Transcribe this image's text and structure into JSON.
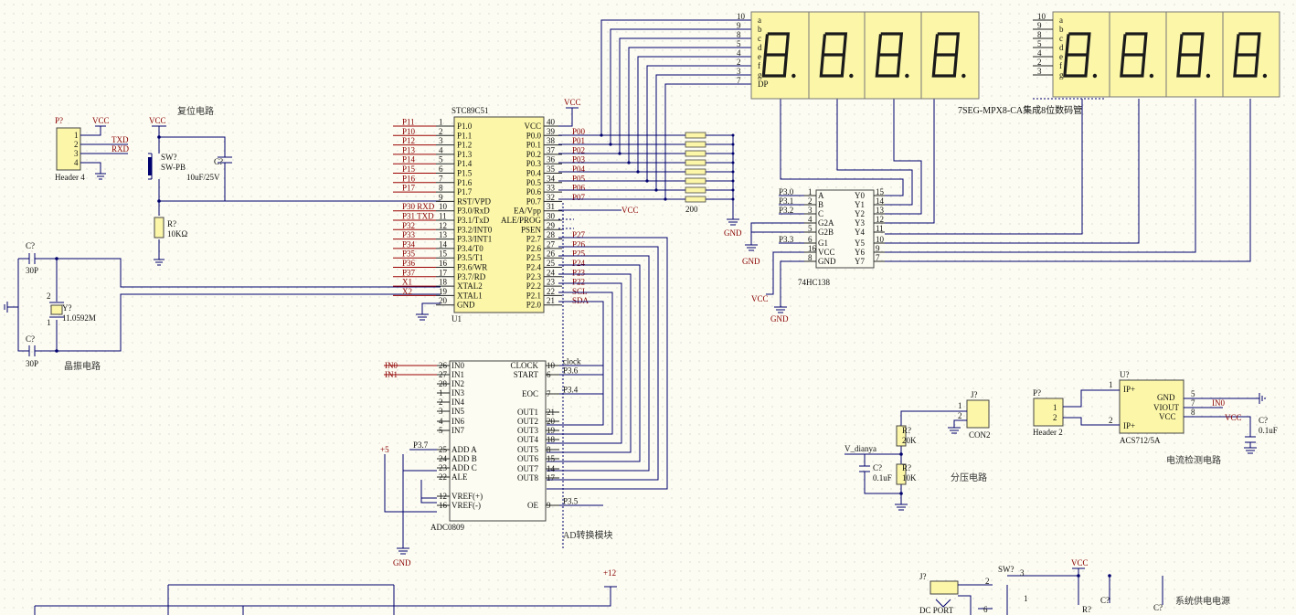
{
  "mcu": {
    "ref": "U1",
    "part": "STC89C51",
    "left_pins": [
      {
        "num": "1",
        "name": "P1.0",
        "net": "P11"
      },
      {
        "num": "2",
        "name": "P1.1",
        "net": "P10"
      },
      {
        "num": "3",
        "name": "P1.2",
        "net": "P12"
      },
      {
        "num": "4",
        "name": "P1.3",
        "net": "P13"
      },
      {
        "num": "5",
        "name": "P1.4",
        "net": "P14"
      },
      {
        "num": "6",
        "name": "P1.5",
        "net": "P15"
      },
      {
        "num": "7",
        "name": "P1.6",
        "net": "P16"
      },
      {
        "num": "8",
        "name": "P1.7",
        "net": "P17"
      },
      {
        "num": "9",
        "name": "RST/VPD",
        "net": ""
      },
      {
        "num": "10",
        "name": "P3.0/RxD",
        "net": "P30 RXD"
      },
      {
        "num": "11",
        "name": "P3.1/TxD",
        "net": "P31 TXD"
      },
      {
        "num": "12",
        "name": "P3.2/INT0",
        "net": "P32"
      },
      {
        "num": "13",
        "name": "P3.3/INT1",
        "net": "P33"
      },
      {
        "num": "14",
        "name": "P3.4/T0",
        "net": "P34"
      },
      {
        "num": "15",
        "name": "P3.5/T1",
        "net": "P35"
      },
      {
        "num": "16",
        "name": "P3.6/WR",
        "net": "P36"
      },
      {
        "num": "17",
        "name": "P3.7/RD",
        "net": "P37"
      },
      {
        "num": "18",
        "name": "XTAL2",
        "net": "X1"
      },
      {
        "num": "19",
        "name": "XTAL1",
        "net": "X2"
      },
      {
        "num": "20",
        "name": "GND",
        "net": ""
      }
    ],
    "right_pins": [
      {
        "num": "40",
        "name": "VCC",
        "net": ""
      },
      {
        "num": "39",
        "name": "P0.0",
        "net": "P00"
      },
      {
        "num": "38",
        "name": "P0.1",
        "net": "P01"
      },
      {
        "num": "37",
        "name": "P0.2",
        "net": "P02"
      },
      {
        "num": "36",
        "name": "P0.3",
        "net": "P03"
      },
      {
        "num": "35",
        "name": "P0.4",
        "net": "P04"
      },
      {
        "num": "34",
        "name": "P0.5",
        "net": "P05"
      },
      {
        "num": "33",
        "name": "P0.6",
        "net": "P06"
      },
      {
        "num": "32",
        "name": "P0.7",
        "net": "P07"
      },
      {
        "num": "31",
        "name": "EA/Vpp",
        "net": ""
      },
      {
        "num": "30",
        "name": "ALE/PROG",
        "net": ""
      },
      {
        "num": "29",
        "name": "PSEN",
        "net": ""
      },
      {
        "num": "28",
        "name": "P2.7",
        "net": "P27"
      },
      {
        "num": "27",
        "name": "P2.6",
        "net": "P26"
      },
      {
        "num": "26",
        "name": "P2.5",
        "net": "P25"
      },
      {
        "num": "25",
        "name": "P2.4",
        "net": "P24"
      },
      {
        "num": "24",
        "name": "P2.3",
        "net": "P23"
      },
      {
        "num": "23",
        "name": "P2.2",
        "net": "P22"
      },
      {
        "num": "22",
        "name": "P2.1",
        "net": "SCL"
      },
      {
        "num": "21",
        "name": "P2.0",
        "net": "SDA"
      }
    ]
  },
  "adc": {
    "ref": "ADC0809",
    "title": "AD转换模块",
    "left_pins": [
      {
        "num": "26",
        "name": "IN0",
        "net": "IN0"
      },
      {
        "num": "27",
        "name": "IN1",
        "net": "IN1"
      },
      {
        "num": "28",
        "name": "IN2",
        "net": ""
      },
      {
        "num": "1",
        "name": "IN3",
        "net": ""
      },
      {
        "num": "2",
        "name": "IN4",
        "net": ""
      },
      {
        "num": "3",
        "name": "IN5",
        "net": ""
      },
      {
        "num": "4",
        "name": "IN6",
        "net": ""
      },
      {
        "num": "5",
        "name": "IN7",
        "net": ""
      },
      {
        "num": "25",
        "name": "ADD A",
        "net": "P3.7"
      },
      {
        "num": "24",
        "name": "ADD B",
        "net": ""
      },
      {
        "num": "23",
        "name": "ADD C",
        "net": ""
      },
      {
        "num": "22",
        "name": "ALE",
        "net": ""
      },
      {
        "num": "12",
        "name": "VREF(+)",
        "net": ""
      },
      {
        "num": "16",
        "name": "VREF(-)",
        "net": ""
      }
    ],
    "right_pins": [
      {
        "num": "10",
        "name": "CLOCK",
        "net": "clock"
      },
      {
        "num": "6",
        "name": "START",
        "net": "P3.6"
      },
      {
        "num": "7",
        "name": "EOC",
        "net": "P3.4"
      },
      {
        "num": "21",
        "name": "OUT1",
        "net": ""
      },
      {
        "num": "20",
        "name": "OUT2",
        "net": ""
      },
      {
        "num": "19",
        "name": "OUT3",
        "net": ""
      },
      {
        "num": "18",
        "name": "OUT4",
        "net": ""
      },
      {
        "num": "8",
        "name": "OUT5",
        "net": ""
      },
      {
        "num": "15",
        "name": "OUT6",
        "net": ""
      },
      {
        "num": "14",
        "name": "OUT7",
        "net": ""
      },
      {
        "num": "17",
        "name": "OUT8",
        "net": ""
      },
      {
        "num": "9",
        "name": "OE",
        "net": "P3.5"
      }
    ],
    "plus5": "+5",
    "gnd": "GND"
  },
  "decoder": {
    "ref": "74HC138",
    "left_pins": [
      {
        "num": "1",
        "name": "A",
        "net": "P3.0"
      },
      {
        "num": "2",
        "name": "B",
        "net": "P3.1"
      },
      {
        "num": "3",
        "name": "C",
        "net": "P3.2"
      },
      {
        "num": "4",
        "name": "G2A",
        "net": ""
      },
      {
        "num": "5",
        "name": "G2B",
        "net": ""
      },
      {
        "num": "6",
        "name": "G1",
        "net": "P3.3"
      },
      {
        "num": "16",
        "name": "VCC",
        "net": ""
      },
      {
        "num": "8",
        "name": "GND",
        "net": ""
      }
    ],
    "right_pins": [
      {
        "num": "15",
        "name": "Y0"
      },
      {
        "num": "14",
        "name": "Y1"
      },
      {
        "num": "13",
        "name": "Y2"
      },
      {
        "num": "12",
        "name": "Y3"
      },
      {
        "num": "11",
        "name": "Y4"
      },
      {
        "num": "10",
        "name": "Y5"
      },
      {
        "num": "9",
        "name": "Y6"
      },
      {
        "num": "7",
        "name": "Y7"
      }
    ],
    "gnd1": "GND",
    "gnd2": "GND",
    "vcc": "VCC"
  },
  "display": {
    "caption": "7SEG-MPX8-CA集成8位数码管",
    "pin_numbers": [
      "10",
      "9",
      "8",
      "5",
      "4",
      "2",
      "3",
      "7"
    ],
    "segment_letters": [
      "a",
      "b",
      "c",
      "d",
      "e",
      "f",
      "g",
      "DP"
    ],
    "right_pin_numbers": [
      "10",
      "9",
      "8",
      "5",
      "4",
      "2",
      "3"
    ],
    "right_segment_letters": [
      "a",
      "b",
      "c",
      "d",
      "e",
      "f",
      "g"
    ],
    "right_label_a": "A",
    "digit_text": "8."
  },
  "resistor_network": {
    "value": "200",
    "gnd": "GND"
  },
  "header4": {
    "ref": "P?",
    "name": "Header 4",
    "vcc": "VCC",
    "txd": "TXD",
    "rxd": "RXD",
    "pins": [
      "1",
      "2",
      "3",
      "4"
    ]
  },
  "reset": {
    "title": "复位电路",
    "vcc": "VCC",
    "sw_ref": "SW?",
    "sw_name": "SW-PB",
    "cap_ref": "C?",
    "cap_value": "10uF/25V",
    "res_ref": "R?",
    "res_value": "10KΩ"
  },
  "crystal": {
    "title": "晶振电路",
    "c1_ref": "C?",
    "c1_value": "30P",
    "c2_ref": "C?",
    "c2_value": "30P",
    "y_ref": "Y?",
    "y_value": "11.0592M",
    "pin1": "1",
    "pin2": "2"
  },
  "vcc_labels": {
    "mcu_vcc": "VCC",
    "ea_vcc": "VCC"
  },
  "divider": {
    "title": "分压电路",
    "j_ref": "J?",
    "j_name": "CON2",
    "r1_ref": "R?",
    "r1_value": "20K",
    "r2_ref": "R?",
    "r2_value": "10K",
    "c_ref": "C?",
    "c_value": "0.1uF",
    "net": "V_dianya",
    "p1": "1",
    "p2": "2"
  },
  "current": {
    "title": "电流检测电路",
    "u_ref": "U?",
    "u_part": "ACS712/5A",
    "p_ref": "P?",
    "p_name": "Header 2",
    "pins_left": [
      {
        "num": "1",
        "name": "IP+"
      },
      {
        "num": "2",
        "name": "IP+"
      }
    ],
    "pins_right": [
      {
        "num": "5",
        "name": "GND"
      },
      {
        "num": "7",
        "name": "VIOUT"
      },
      {
        "num": "8",
        "name": "VCC"
      }
    ],
    "net_in": "IN0",
    "net_vcc": "VCC",
    "c_ref": "C?",
    "c_value": "0.1uF",
    "h1": "1",
    "h2": "2"
  },
  "power": {
    "title": "系统供电电源",
    "j_ref": "J?",
    "j_name": "DC PORT",
    "sw_ref": "SW?",
    "vcc": "VCC",
    "r_ref": "R?",
    "c_ref": "C?",
    "c2_ref": "C?",
    "pin2": "2",
    "pin3": "3",
    "pin1": "1",
    "pin6": "6"
  },
  "plus12": "+12"
}
